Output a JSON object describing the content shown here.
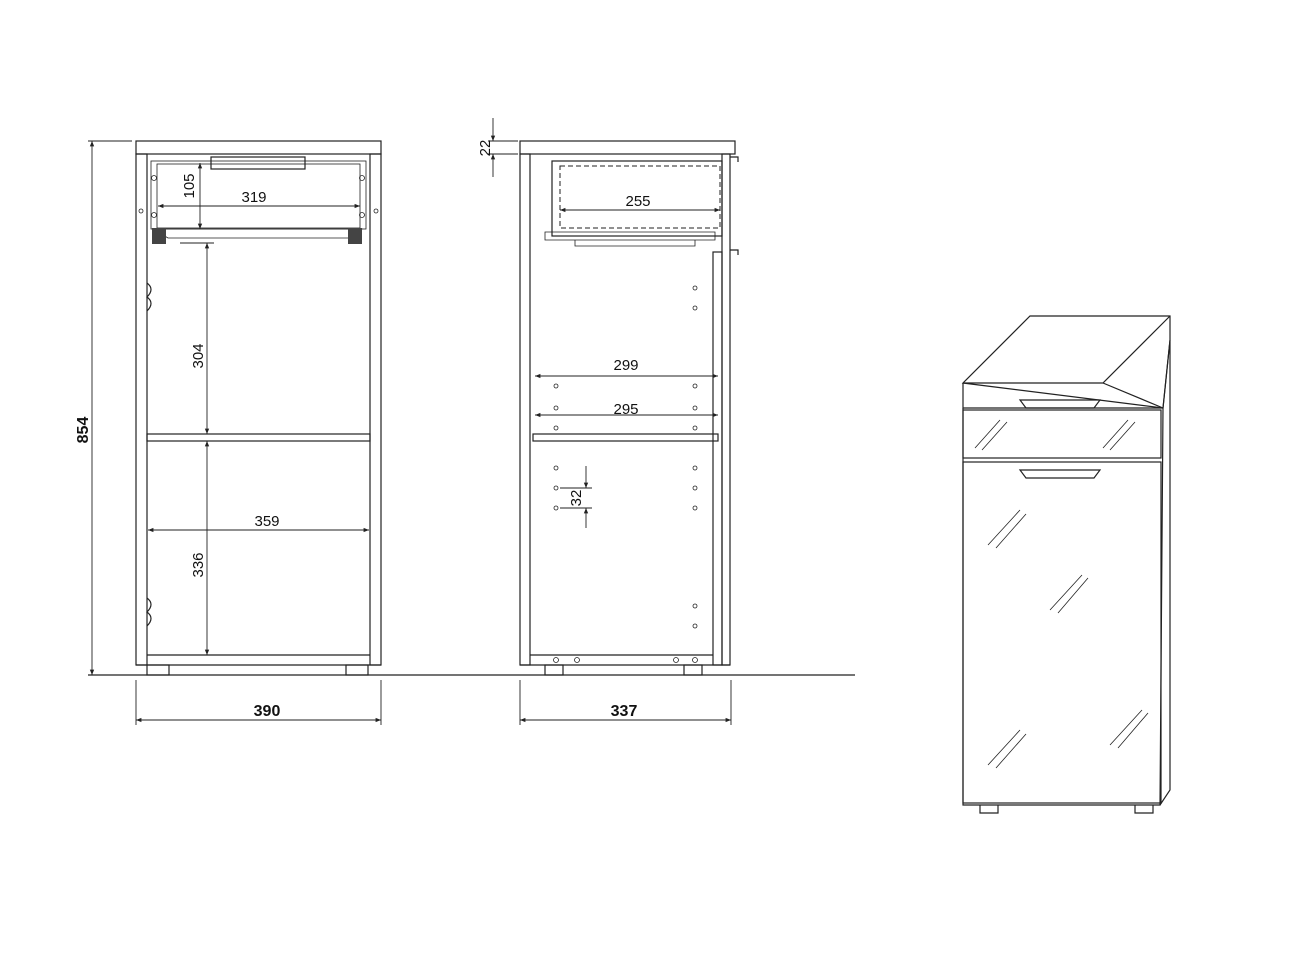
{
  "front_view": {
    "total_height": "854",
    "drawer_inner_height": "105",
    "drawer_inner_width": "319",
    "upper_compartment_height": "304",
    "inner_width": "359",
    "lower_compartment_height": "336",
    "total_width": "390"
  },
  "side_view": {
    "top_thickness": "22",
    "drawer_depth": "255",
    "inner_depth": "299",
    "shelf_depth": "295",
    "hole_spacing": "32",
    "total_depth": "337"
  }
}
